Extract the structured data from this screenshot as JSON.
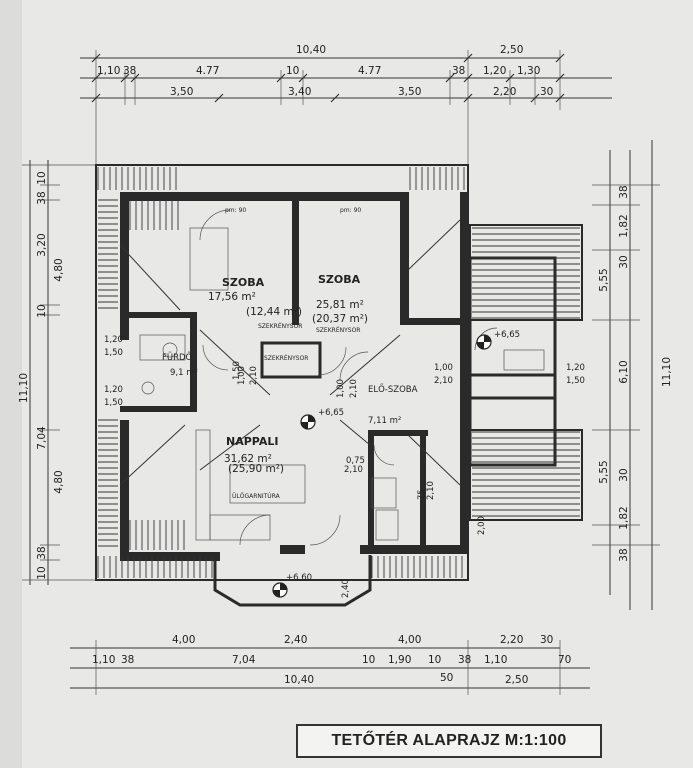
{
  "plan_title": "TETŐTÉR ALAPRAJZ M:1:100",
  "rooms": {
    "szoba1": {
      "name": "SZOBA",
      "area": "17,56 m²",
      "net": "(12,44 m²)"
    },
    "szoba2": {
      "name": "SZOBA",
      "area": "25,81 m²",
      "net": "(20,37 m²)"
    },
    "nappali": {
      "name": "NAPPALI",
      "area": "31,62 m²",
      "net": "(25,90 m²)"
    },
    "furdo": {
      "name": "FÜRDŐ",
      "area": "9,1 m²"
    },
    "eloszoba": {
      "name": "ELŐ-SZOBA",
      "area": "7,11 m²"
    }
  },
  "top_dimensions": {
    "row1": [
      "10,40",
      "2,50"
    ],
    "row2": [
      "1,10",
      "38",
      "4.77",
      "10",
      "4.77",
      "38",
      "1,20",
      "1,30"
    ],
    "row3": [
      "3,50",
      "3,40",
      "3,50",
      "2,20",
      "30"
    ]
  },
  "bottom_dimensions": {
    "row1": [
      "4,00",
      "2,40",
      "4,00",
      "2,20",
      "30"
    ],
    "row2": [
      "1,10",
      "38",
      "7,04",
      "10",
      "1,90",
      "10",
      "38",
      "1,10",
      "70"
    ],
    "row3": [
      "10,40",
      "2,50"
    ],
    "extra": "50"
  },
  "left_dimensions": [
    "10",
    "38",
    "3,20",
    "4,80",
    "10",
    "11,10",
    "7,04",
    "4,80",
    "38",
    "10"
  ],
  "right_dimensions": [
    "38",
    "1,82",
    "5,55",
    "30",
    "11,10",
    "6,10",
    "5,55",
    "30",
    "1,82",
    "38"
  ],
  "openings": [
    "1,20",
    "1,50",
    "1,20",
    "1,50",
    "1,00",
    "2,10",
    "1,00",
    "2,10",
    "0,75",
    "2,10",
    "1,20",
    "1,50",
    "1,00",
    "2,10",
    "75",
    "2,10",
    "2,40",
    "2,00",
    "1,50"
  ],
  "levels": [
    "+6,65",
    "+6,65",
    "+6,60"
  ],
  "annotations": [
    "pm: 90",
    "pm: 90",
    "SZEKRÉNYSOR",
    "SZEKRÉNYSOR",
    "SZEKRÉNYSOR",
    "ÜLŐGARNITÚRA"
  ]
}
